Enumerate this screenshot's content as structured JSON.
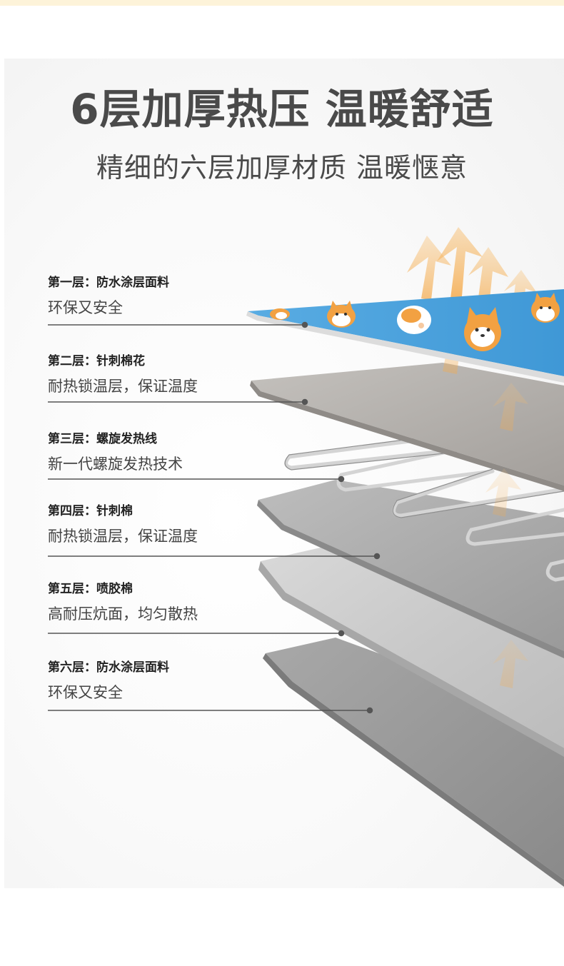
{
  "header": {
    "title": "6层加厚热压 温暖舒适",
    "subtitle": "精细的六层加厚材质 温暖惬意"
  },
  "layers": [
    {
      "name": "第一层：防水涂层面料",
      "desc": "环保又安全"
    },
    {
      "name": "第二层：针刺棉花",
      "desc": "耐热锁温层，保证温度"
    },
    {
      "name": "第三层：螺旋发热线",
      "desc": "新一代螺旋发热技术"
    },
    {
      "name": "第四层：针刺棉",
      "desc": "耐热锁温层，保证温度"
    },
    {
      "name": "第五层：喷胶棉",
      "desc": "高耐压炕面，均匀散热"
    },
    {
      "name": "第六层：防水涂层面料",
      "desc": "环保又安全"
    }
  ],
  "colors": {
    "top_fabric": "#4ca3dd",
    "heat_arrows": "#f4a94a",
    "text": "#4a4a4a",
    "leader_line": "#555555"
  }
}
